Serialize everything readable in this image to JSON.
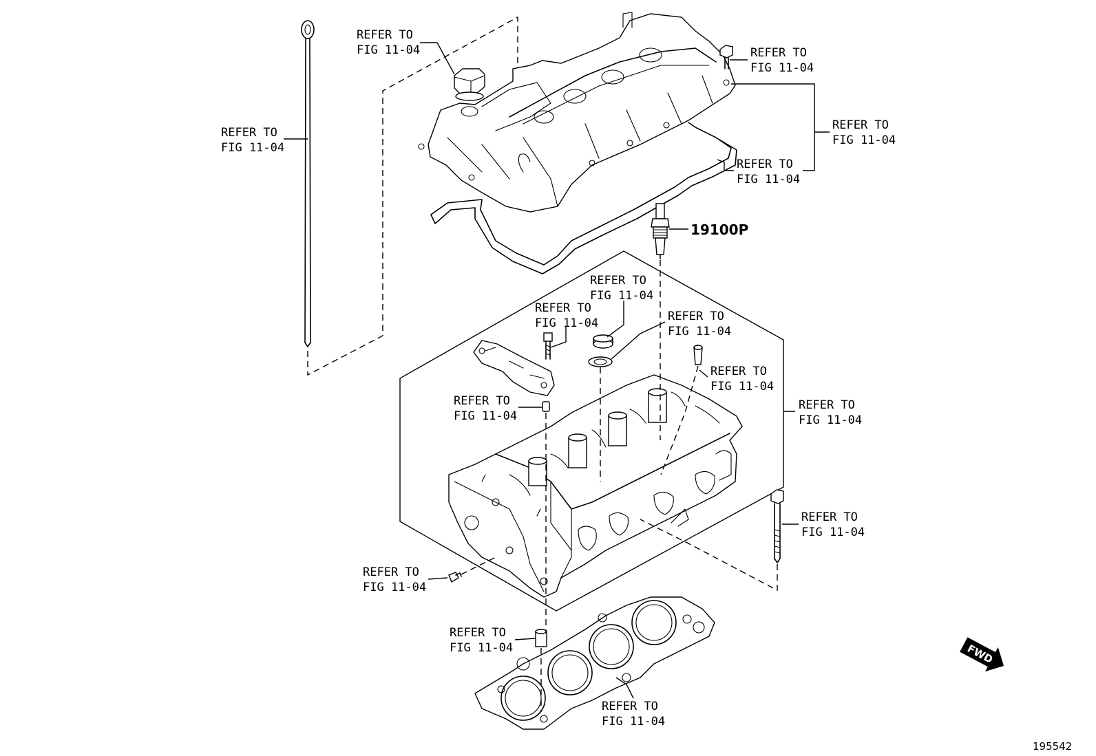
{
  "refs": {
    "dipstick": [
      "REFER TO",
      "FIG 11-04"
    ],
    "oil_cap": [
      "REFER TO",
      "FIG 11-04"
    ],
    "cover_bolt": [
      "REFER TO",
      "FIG 11-04"
    ],
    "head_cover": [
      "REFER TO",
      "FIG 11-04"
    ],
    "cover_gasket": [
      "REFER TO",
      "FIG 11-04"
    ],
    "seal_upper": [
      "REFER TO",
      "FIG 11-04"
    ],
    "cam_bolt": [
      "REFER TO",
      "FIG 11-04"
    ],
    "seal_ring": [
      "REFER TO",
      "FIG 11-04"
    ],
    "tube": [
      "REFER TO",
      "FIG 11-04"
    ],
    "pin": [
      "REFER TO",
      "FIG 11-04"
    ],
    "cylinder_head": [
      "REFER TO",
      "FIG 11-04"
    ],
    "head_bolt": [
      "REFER TO",
      "FIG 11-04"
    ],
    "plug": [
      "REFER TO",
      "FIG 11-04"
    ],
    "dowel": [
      "REFER TO",
      "FIG 11-04"
    ],
    "head_gasket": [
      "REFER TO",
      "FIG 11-04"
    ]
  },
  "spark_plug_part_no": "19100P",
  "fwd_label": "FWD",
  "illustration_id": "195542"
}
